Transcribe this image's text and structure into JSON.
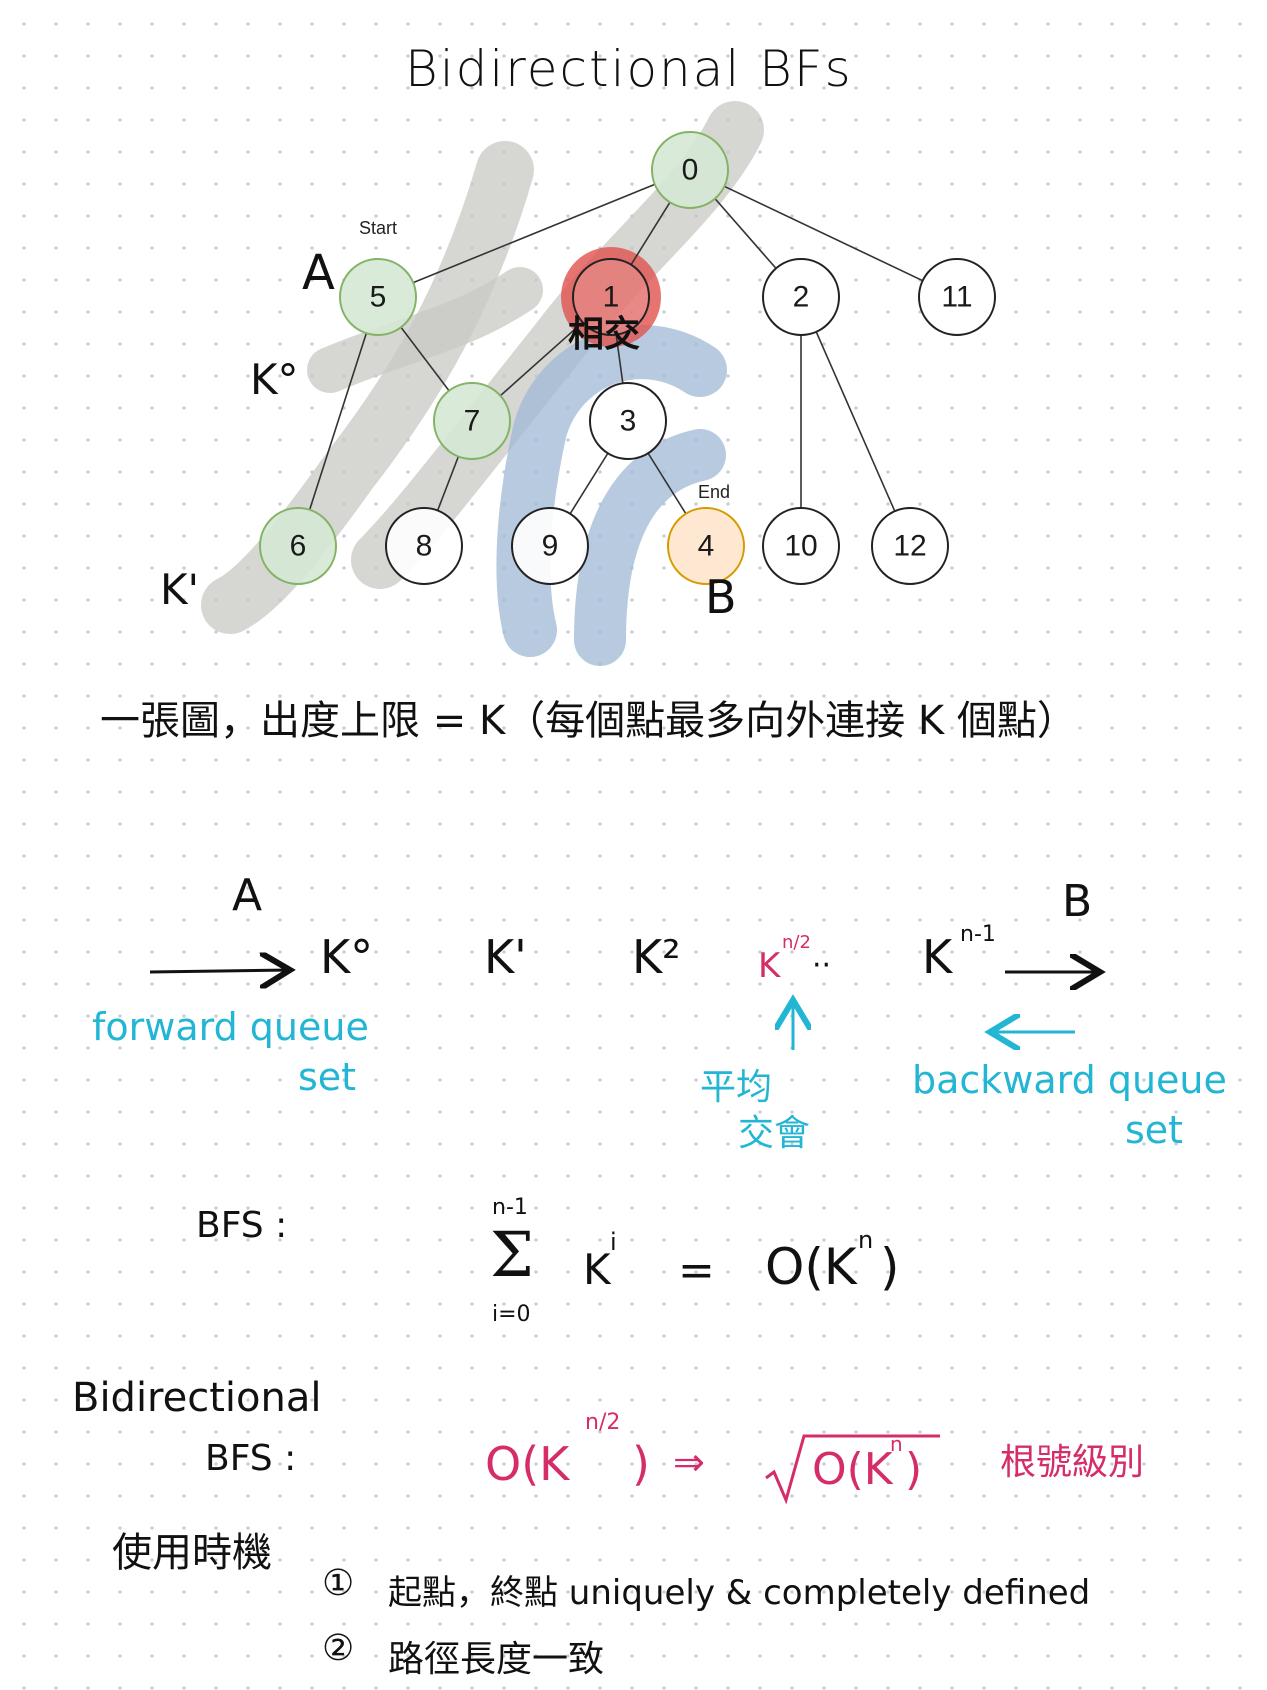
{
  "title": "Bidirectional BFs",
  "graph": {
    "nodes": [
      {
        "id": "0",
        "label": "0",
        "fill": "#d5e8d4",
        "stroke": "#82b366"
      },
      {
        "id": "5",
        "label": "5",
        "fill": "#d5e8d4",
        "stroke": "#82b366"
      },
      {
        "id": "1",
        "label": "1",
        "fill": "#ffffff",
        "stroke": "#222222"
      },
      {
        "id": "2",
        "label": "2",
        "fill": "#ffffff",
        "stroke": "#222222"
      },
      {
        "id": "11",
        "label": "11",
        "fill": "#ffffff",
        "stroke": "#222222"
      },
      {
        "id": "7",
        "label": "7",
        "fill": "#d5e8d4",
        "stroke": "#82b366"
      },
      {
        "id": "3",
        "label": "3",
        "fill": "#ffffff",
        "stroke": "#222222"
      },
      {
        "id": "6",
        "label": "6",
        "fill": "#d5e8d4",
        "stroke": "#82b366"
      },
      {
        "id": "8",
        "label": "8",
        "fill": "#ffffff",
        "stroke": "#222222"
      },
      {
        "id": "9",
        "label": "9",
        "fill": "#ffffff",
        "stroke": "#222222"
      },
      {
        "id": "4",
        "label": "4",
        "fill": "#ffe6cc",
        "stroke": "#d79b00"
      },
      {
        "id": "10",
        "label": "10",
        "fill": "#ffffff",
        "stroke": "#222222"
      },
      {
        "id": "12",
        "label": "12",
        "fill": "#ffffff",
        "stroke": "#222222"
      }
    ],
    "edges": [
      [
        "0",
        "5"
      ],
      [
        "0",
        "1"
      ],
      [
        "0",
        "2"
      ],
      [
        "0",
        "11"
      ],
      [
        "5",
        "7"
      ],
      [
        "5",
        "6"
      ],
      [
        "1",
        "7"
      ],
      [
        "1",
        "3"
      ],
      [
        "7",
        "8"
      ],
      [
        "3",
        "9"
      ],
      [
        "3",
        "4"
      ],
      [
        "2",
        "10"
      ],
      [
        "2",
        "12"
      ]
    ],
    "start_tag": "Start",
    "end_tag": "End",
    "highlight_color": "#e0524f",
    "forward_stroke_color": "#c8c8c4",
    "backward_stroke_color": "#9fb8d6"
  },
  "annotations": {
    "a_label": "A",
    "b_label": "B",
    "k0_label": "K°",
    "k1_label": "K'",
    "intersect_label": "相交"
  },
  "description_line": "一張圖，出度上限 = K（每個點最多向外連接 K 個點）",
  "timeline": {
    "a_label": "A",
    "b_label": "B",
    "terms": [
      "K°",
      "K'",
      "K²"
    ],
    "middle_term": "K",
    "middle_exp": "n/2",
    "dots": "··",
    "last_term": "K",
    "last_exp": "n-1",
    "forward_label": "forward queue",
    "forward_label2": "set",
    "backward_label": "backward queue",
    "backward_label2": "set",
    "meet_label1": "平均",
    "meet_label2": "交會"
  },
  "bfs_formula": {
    "label": "BFS :",
    "sum_top": "n-1",
    "sum_symbol": "Σ",
    "sum_bottom": "i=0",
    "term": "K",
    "term_exp": "i",
    "equals": "=",
    "result": "O(K",
    "result_exp": "n",
    "result_close": ")"
  },
  "bidir_formula": {
    "label1": "Bidirectional",
    "label2": "BFS :",
    "expr": "O(K",
    "expr_exp": "n/2",
    "expr_close": ")",
    "implies": "⇒",
    "sqrt_inner": "O(K",
    "sqrt_exp": "n",
    "sqrt_close": ")",
    "note": "根號級別"
  },
  "usage": {
    "title": "使用時機",
    "items": [
      {
        "num": "①",
        "text": "起點，終點 uniquely & completely defined"
      },
      {
        "num": "②",
        "text": "路徑長度一致"
      }
    ]
  }
}
